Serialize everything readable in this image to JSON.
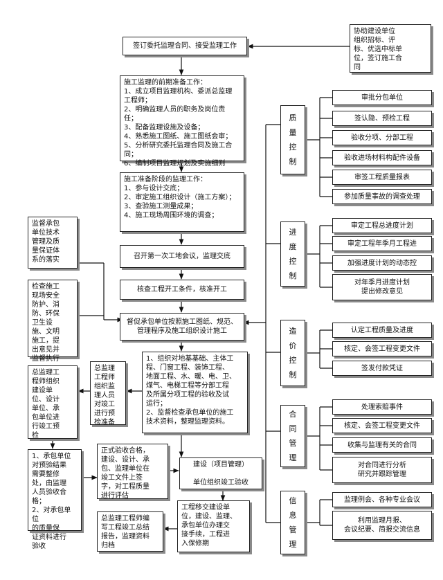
{
  "main": {
    "sign": "签订委托监理合同、接受监理工作",
    "prep": "施工监理的前期准备工作：\n1、成立项目监理机构、委派总监理\n工程师；\n2、明确监理人员的职务及岗位责\n任；\n3、配备监理设施及设备；\n4、熟悉施工图纸、施工图纸会审；\n5、分析研究委托监理合同及施工合\n同；\n6、编制项目监理规划及实施细则",
    "stage": "施工准备阶段的监理工作：\n1、参与设计交底；\n2、审定施工组织设计（施工方案）；\n3、查验施工测量成果；\n4、施工现场周围环境的调查；",
    "meeting": "召开第一次工地会议，监理交底",
    "check": "核查工程开工条件，核准开工",
    "supervise": "督促承包单位按照施工图纸、规范、\n管理程序及施工组织设计施工",
    "acceptance": "1、组织对地基基础、主体工\n程、门窗工程、装饰工程、\n地面工程、水、暖、电、卫、\n煤气、电梯工程等分部工程\n及所属分项工程的验收及试\n运行；\n2、监督检查承包单位的施工\n技术资料，整理监理资料。"
  },
  "left": {
    "assist": "协助建设单位\n组织招标、评\n标、优选中标单\n位，签订施工合\n同",
    "quality_system": "监督承包\n单位技术\n管理及质\n量保证体\n系的落实",
    "safety": "检查施工\n现场安全\n防护、消\n防、环保\n卫生设\n施、文明\n施工，提\n出意见并\n监督执行",
    "chief_organize": "总监理工\n程师组织\n建设单\n位、设计\n单位、承\n包单位进\n行竣工预\n检",
    "chief_supervise": "总监理\n工程师\n组织监\n理人员\n对竣工\n进行预\n检准备",
    "rectify": "1、承包单位\n对预验结果\n需要整修\n处，由监理\n人员验收合\n格；\n2、对承包单位\n的质量保\n证资料进行\n验收",
    "formal": "正式验收合格，\n建设、设计、承\n包、监理单位在\n竣工文件上签\n字，对工程质量\n进行评估",
    "build_accept": "建设（项目管理）\n\n单位组织竣工验收",
    "summary": "总监理工程师编\n写工程竣工总结\n报告，监理资料\n归档",
    "transfer": "工程移交建设单\n位，建设、监理、\n承包单位办理交\n接手续，工程进\n入保修期"
  },
  "right": {
    "groups": [
      {
        "title": "质\n量\n控\n制",
        "items": [
          "审批分包单位",
          "签认隐、预检工程",
          "验收分项、分部工程",
          "验收进场材料构配件设备",
          "审签工程质量报表",
          "参加质量事故的调查处理"
        ]
      },
      {
        "title": "进\n度\n控\n制",
        "items": [
          "审定工程总进度计划",
          "审定工程年季月工程进",
          "加强进度计划的动态控",
          "对年季月进度计划\n提出修改意见"
        ]
      },
      {
        "title": "造\n价\n控\n制",
        "items": [
          "认定工程质量及进度",
          "核定、会签工程变更文件",
          "签发付款凭证"
        ]
      },
      {
        "title": "合\n同\n管\n理",
        "items": [
          "处理索赔事件",
          "核定、会签工程变更文件",
          "收集与监理有关的合同",
          "对合同进行分析\n研究并跟踪管理"
        ]
      },
      {
        "title": "信\n息\n管\n理",
        "items": [
          "监理例会、各种专业会议",
          "利用监理月报、\n会议纪要、简报交流信息"
        ]
      }
    ]
  }
}
